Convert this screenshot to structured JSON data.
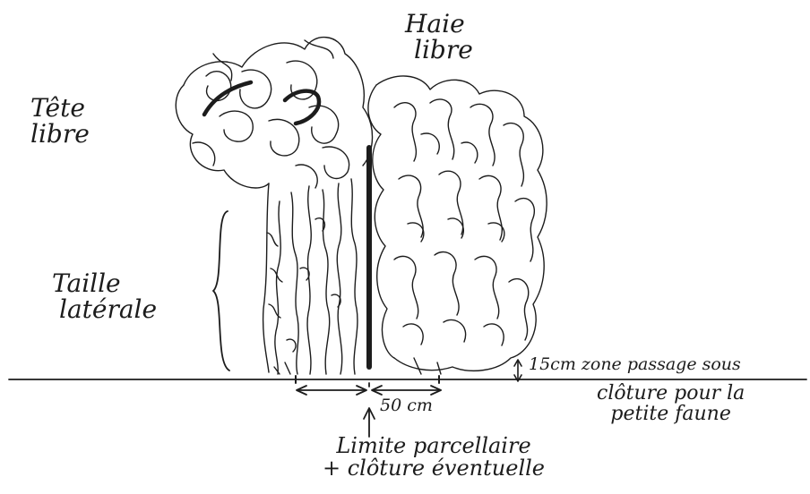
{
  "labels": {
    "haie_libre": [
      "Haie",
      "libre"
    ],
    "tete_libre": [
      "Tête",
      "libre"
    ],
    "taille_laterale": [
      "Taille",
      "latérale"
    ],
    "passage": "15cm zone passage sous",
    "cloture_faune": [
      "clôture pour la",
      "petite faune"
    ],
    "distance": "50 cm",
    "limite": [
      "Limite parcellaire",
      "+ clôture éventuelle"
    ]
  },
  "colors": {
    "ink": "#1c1c1c",
    "paper": "#ffffff"
  }
}
